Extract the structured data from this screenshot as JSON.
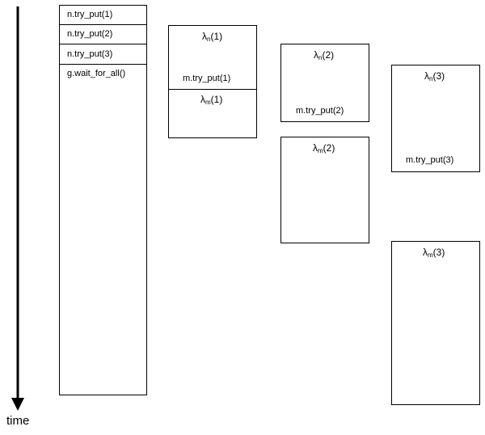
{
  "time_axis": {
    "label": "time"
  },
  "main_thread": {
    "calls": [
      "n.try_put(1)",
      "n.try_put(2)",
      "n.try_put(3)",
      "g.wait_for_all()"
    ]
  },
  "tasks": {
    "n1": {
      "symbol": "λ",
      "sub": "n",
      "arg": "(1)",
      "call": "m.try_put(1)"
    },
    "m1": {
      "symbol": "λ",
      "sub": "m",
      "arg": "(1)"
    },
    "n2": {
      "symbol": "λ",
      "sub": "n",
      "arg": "(2)",
      "call": "m.try_put(2)"
    },
    "m2": {
      "symbol": "λ",
      "sub": "m",
      "arg": "(2)"
    },
    "n3": {
      "symbol": "λ",
      "sub": "n",
      "arg": "(3)",
      "call": "m.try_put(3)"
    },
    "m3": {
      "symbol": "λ",
      "sub": "m",
      "arg": "(3)"
    }
  },
  "colors": {
    "line": "#000000",
    "background": "#ffffff"
  }
}
